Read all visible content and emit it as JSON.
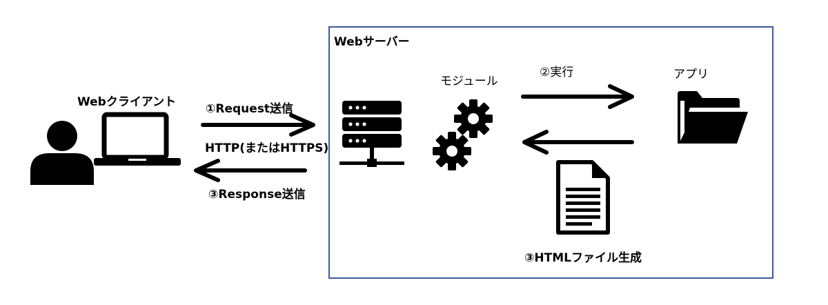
{
  "client": {
    "title": "Webクライアント",
    "user_icon": "person-icon",
    "device_icon": "laptop-icon"
  },
  "arrows": {
    "request_label": "①Request送信",
    "protocol_label": "HTTP(またはHTTPS)",
    "response_label": "③Response送信",
    "execute_label": "②実行"
  },
  "server": {
    "title": "Webサーバー",
    "box_color": "#3b5a9a",
    "server_icon": "server-rack-icon",
    "module": {
      "title": "モジュール",
      "icon": "gears-icon"
    },
    "app": {
      "title": "アプリ",
      "icon": "open-folder-icon"
    },
    "document": {
      "title": "③HTMLファイル生成",
      "icon": "document-icon"
    }
  }
}
